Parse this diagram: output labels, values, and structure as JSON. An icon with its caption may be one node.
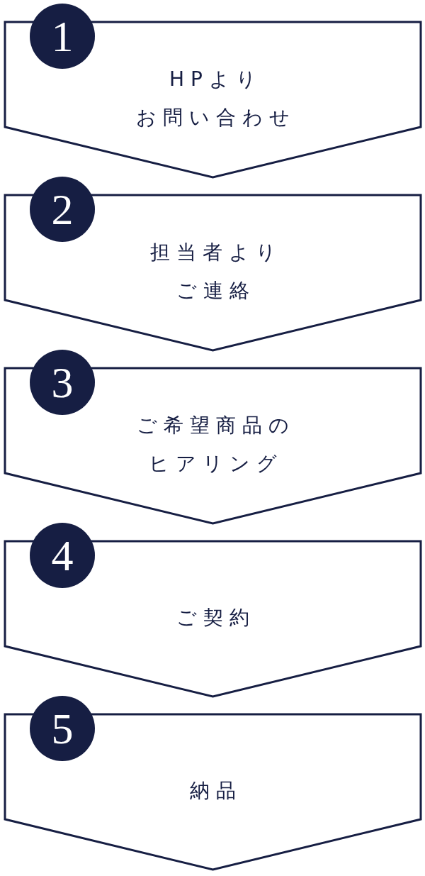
{
  "diagram": {
    "nodes": [
      {
        "text": [
          "1"
        ]
      },
      {
        "text": [
          "HPよりお問い合わせ"
        ]
      },
      {
        "text": [
          "2"
        ]
      },
      {
        "text": [
          "担当者よりご連絡"
        ]
      },
      {
        "text": [
          "3"
        ]
      },
      {
        "text": [
          "ご希望商品のヒアリング"
        ]
      },
      {
        "text": [
          "4"
        ]
      },
      {
        "text": [
          "ご契約"
        ]
      },
      {
        "text": [
          "5"
        ]
      },
      {
        "text": [
          "納品"
        ]
      }
    ]
  }
}
